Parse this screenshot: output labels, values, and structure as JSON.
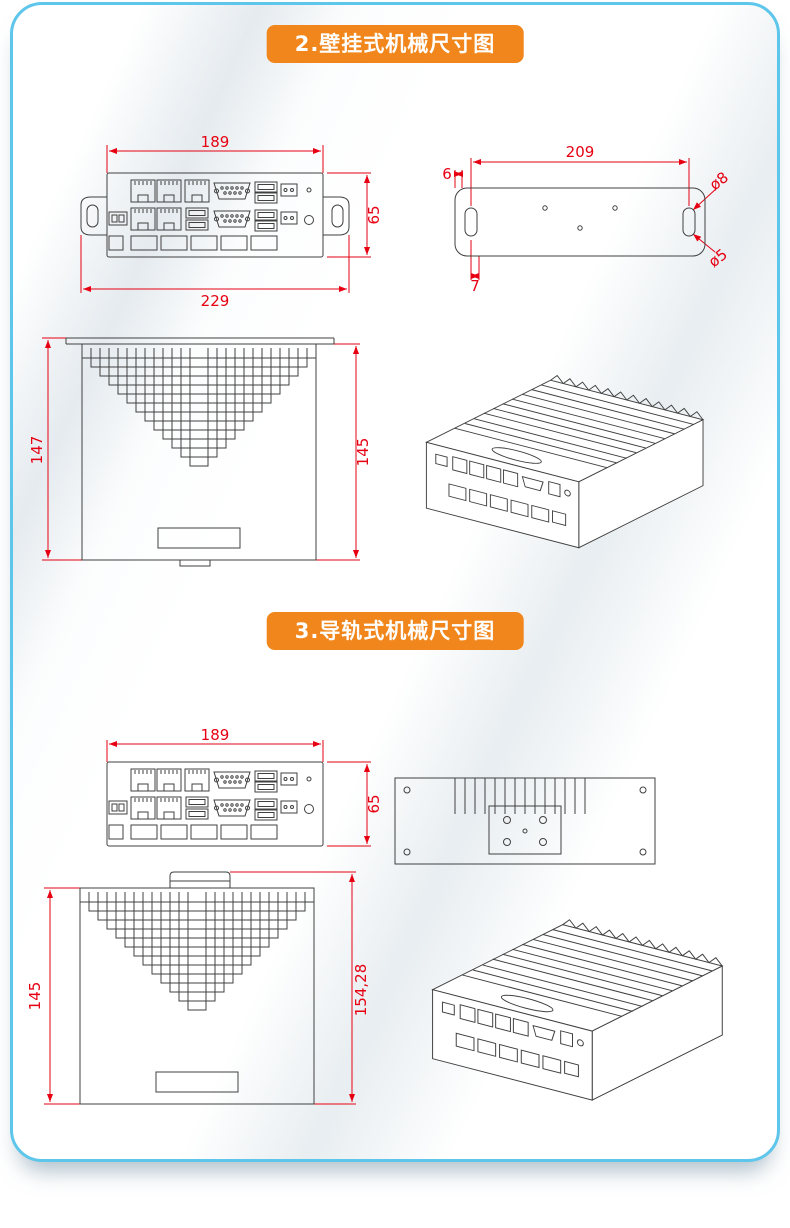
{
  "colors": {
    "badge_bg": "#f0861c",
    "dimension": "#e60012",
    "drawing": "#404040",
    "frame": "#5ec6ea"
  },
  "sections": {
    "wall": {
      "badge": "2.壁挂式机械尺寸图",
      "front": {
        "dim_width_body": "189",
        "dim_width_overall": "229",
        "dim_height": "65"
      },
      "plate": {
        "dim_width": "209",
        "dim_edge": "6",
        "dim_hole": "7",
        "dim_slot_dia": "ø8",
        "dim_hole_dia": "ø5"
      },
      "side": {
        "dim_height_overall": "147",
        "dim_height_body": "145"
      }
    },
    "rail": {
      "badge": "3.导轨式机械尺寸图",
      "front": {
        "dim_width": "189",
        "dim_height": "65"
      },
      "side": {
        "dim_height_body": "145",
        "dim_height_overall": "154,28"
      }
    }
  }
}
